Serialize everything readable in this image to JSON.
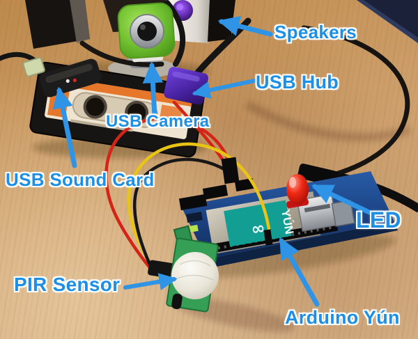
{
  "labels": {
    "speakers": "Speakers",
    "usb_hub": "USB Hub",
    "usb_camera": "USB Camera",
    "usb_sound_card": "USB Sound Card",
    "pir_sensor": "PIR Sensor",
    "led": "LED",
    "arduino_yun": "Arduino Yún"
  },
  "board": {
    "sticker_text": "YÚN",
    "logo_glyph": "∞"
  },
  "colors": {
    "label_text": "#1e8fe6",
    "label_outline": "#ffffff",
    "arrow": "#2f94e6",
    "wood": "#d0a472",
    "arduino_pcb": "#1e3f7a",
    "yun_sticker": "#129e92",
    "led_red": "#e81e10",
    "camera_green": "#6cc43a",
    "hub_plug_purple": "#5a35b8",
    "pir_pcb_green": "#35a055",
    "speaker_knob_purple": "#8b4fe0"
  }
}
